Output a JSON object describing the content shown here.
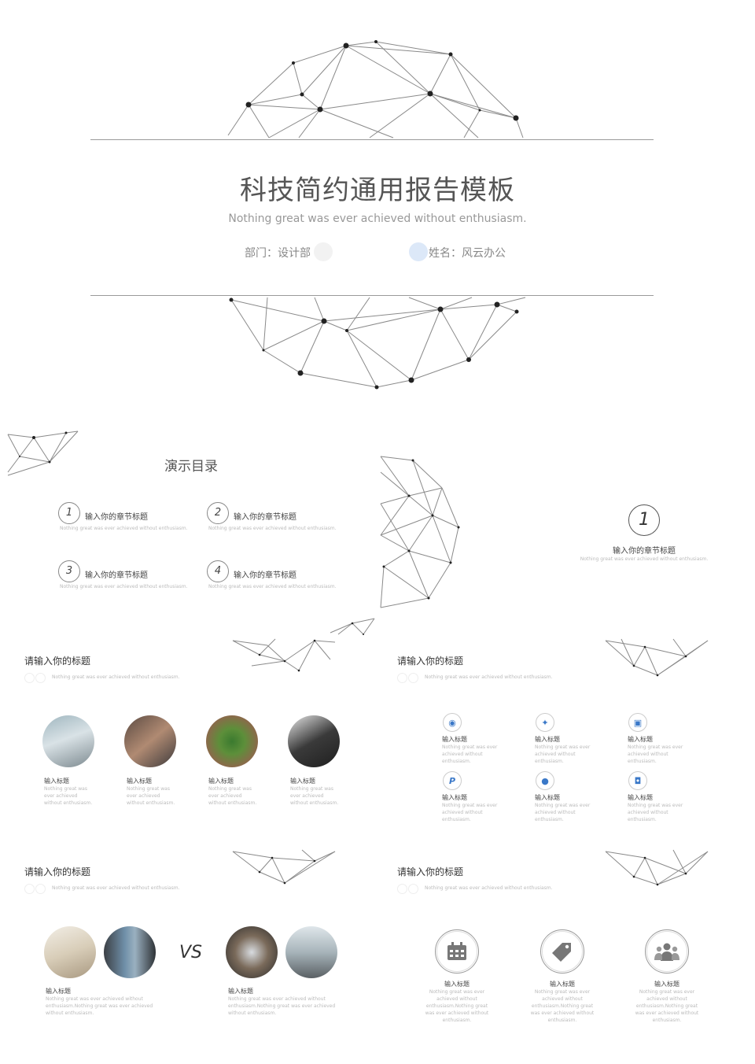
{
  "cover": {
    "title": "科技简约通用报告模板",
    "subtitle": "Nothing great was ever achieved without enthusiasm.",
    "department": "部门：设计部",
    "name": "姓名：风云办公"
  },
  "toc": {
    "title": "演示目录",
    "items": [
      {
        "num": "1",
        "label": "输入你的章节标题",
        "desc": "Nothing great was ever achieved without enthusiasm."
      },
      {
        "num": "2",
        "label": "输入你的章节标题",
        "desc": "Nothing great was ever achieved without enthusiasm."
      },
      {
        "num": "3",
        "label": "输入你的章节标题",
        "desc": "Nothing great was ever achieved without enthusiasm."
      },
      {
        "num": "4",
        "label": "输入你的章节标题",
        "desc": "Nothing great was ever achieved without enthusiasm."
      }
    ]
  },
  "chapter": {
    "num": "1",
    "label": "输入你的章节标题",
    "desc": "Nothing great was ever achieved without enthusiasm."
  },
  "slide3": {
    "title": "请输入你的标题",
    "subtitle": "Nothing great was ever achieved without enthusiasm.",
    "cards": [
      {
        "title": "输入标题",
        "desc": "Nothing great was ever achieved without enthusiasm."
      },
      {
        "title": "输入标题",
        "desc": "Nothing great was ever achieved without enthusiasm."
      },
      {
        "title": "输入标题",
        "desc": "Nothing great was ever achieved without enthusiasm."
      },
      {
        "title": "输入标题",
        "desc": "Nothing great was ever achieved without enthusiasm."
      }
    ]
  },
  "slide4": {
    "title": "请输入你的标题",
    "subtitle": "Nothing great was ever achieved without enthusiasm.",
    "items": [
      {
        "icon": "rss-icon",
        "glyph": "◉",
        "title": "输入标题",
        "desc": "Nothing great was ever achieved without enthusiasm."
      },
      {
        "icon": "twitter-icon",
        "glyph": "✦",
        "title": "输入标题",
        "desc": "Nothing great was ever achieved without enthusiasm."
      },
      {
        "icon": "android-icon",
        "glyph": "▣",
        "title": "输入标题",
        "desc": "Nothing great was ever achieved without enthusiasm."
      },
      {
        "icon": "paypal-icon",
        "glyph": "P",
        "title": "输入标题",
        "desc": "Nothing great was ever achieved without enthusiasm."
      },
      {
        "icon": "apple-icon",
        "glyph": "●",
        "title": "输入标题",
        "desc": "Nothing great was ever achieved without enthusiasm."
      },
      {
        "icon": "instagram-icon",
        "glyph": "◘",
        "title": "输入标题",
        "desc": "Nothing great was ever achieved without enthusiasm."
      }
    ]
  },
  "slide5": {
    "title": "请输入你的标题",
    "subtitle": "Nothing great was ever achieved without enthusiasm.",
    "vs": "VS",
    "left": {
      "title": "输入标题",
      "desc": "Nothing great was ever achieved without enthusiasm.Nothing great was ever achieved without enthusiasm."
    },
    "right": {
      "title": "输入标题",
      "desc": "Nothing great was ever achieved without enthusiasm.Nothing great was ever achieved without enthusiasm."
    }
  },
  "slide6": {
    "title": "请输入你的标题",
    "subtitle": "Nothing great was ever achieved without enthusiasm.",
    "items": [
      {
        "icon": "calendar-icon",
        "title": "输入标题",
        "desc": "Nothing great was ever achieved without enthusiasm.Nothing great was ever achieved without enthusiasm."
      },
      {
        "icon": "tag-icon",
        "title": "输入标题",
        "desc": "Nothing great was ever achieved without enthusiasm.Nothing great was ever achieved without enthusiasm."
      },
      {
        "icon": "group-icon",
        "title": "输入标题",
        "desc": "Nothing great was ever achieved without enthusiasm.Nothing great was ever achieved without enthusiasm."
      }
    ]
  }
}
